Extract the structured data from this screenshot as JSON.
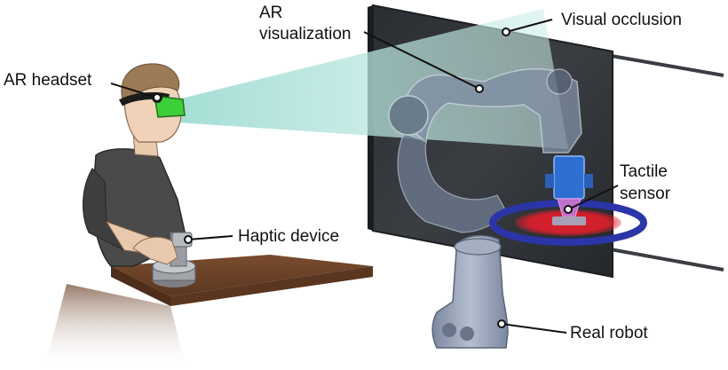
{
  "labels": {
    "ar_visualization_line1": "AR",
    "ar_visualization_line2": "visualization",
    "visual_occlusion": "Visual occlusion",
    "ar_headset": "AR headset",
    "tactile_sensor_line1": "Tactile",
    "tactile_sensor_line2": "sensor",
    "haptic_device": "Haptic device",
    "real_robot": "Real robot"
  },
  "colors": {
    "screen": "#2e3135",
    "beam": "#bfe8e2",
    "table": "#6b4228",
    "robot_real": "#8f9ab0",
    "robot_ar": "#9aa8b8",
    "tactile_sensor": "#2c6fd1",
    "ring_outer": "#2b35a8",
    "ring_inner": "#e01e2c",
    "headset_lens": "#3dcf3a"
  }
}
